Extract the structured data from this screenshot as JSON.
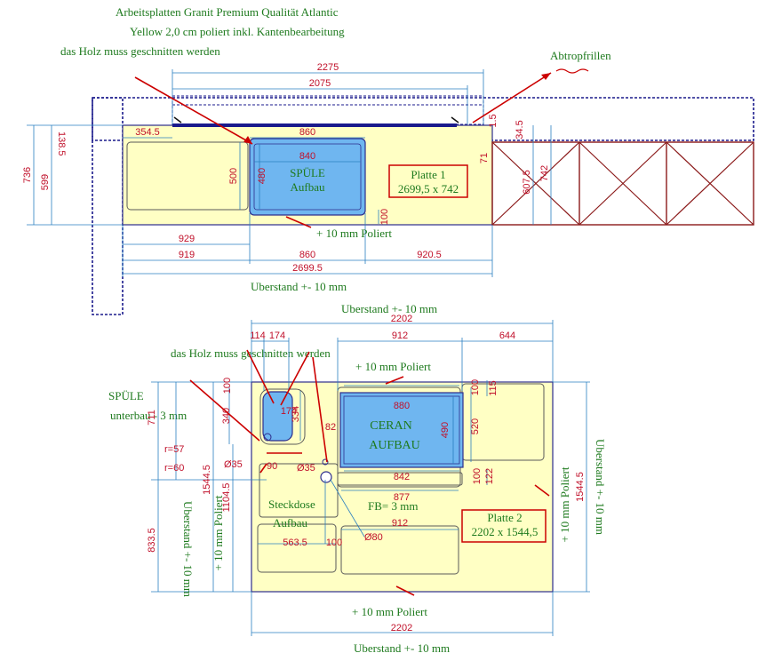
{
  "notes": {
    "title_line1": "Arbeitsplatten Granit Premium Qualität Atlantic",
    "title_line2": "Yellow 2,0 cm poliert inkl. Kantenbearbeitung",
    "holz_top": "das Holz muss geschnitten werden",
    "abtropfrillen": "Abtropfrillen",
    "holz_bottom": "das Holz muss geschnitten werden",
    "spuele_unterbau_1": "SPÜLE",
    "spuele_unterbau_2": "unterbau - 3 mm"
  },
  "plate1": {
    "name": "Platte 1",
    "size": "2699,5 x 742",
    "sink_label_1": "SPÜLE",
    "sink_label_2": "Aufbau",
    "poliert": "+ 10 mm Poliert",
    "uberstand": "Uberstand +- 10 mm",
    "dims": {
      "d2275": "2275",
      "d2075": "2075",
      "d354_5": "354.5",
      "d860_top": "860",
      "d840": "840",
      "d138_5": "138.5",
      "d34_5": "34.5",
      "d1_5": "1.5",
      "d736": "736",
      "d599": "599",
      "d500": "500",
      "d480": "480",
      "d100": "100",
      "d71": "71",
      "d607_5": "607.5",
      "d742": "742",
      "d929": "929",
      "d919": "919",
      "d860_bot": "860",
      "d920_5": "920.5",
      "d2699_5": "2699.5"
    }
  },
  "plate2": {
    "name": "Platte 2",
    "size": "2202 x 1544,5",
    "ceran_1": "CERAN",
    "ceran_2": "AUFBAU",
    "steckdose_1": "Steckdose",
    "steckdose_2": "Aufbau",
    "fb": "FB= 3 mm",
    "uberstand_top": "Uberstand +- 10 mm",
    "poliert_top": "+ 10 mm Poliert",
    "poliert_bottom": "+ 10 mm Poliert",
    "uberstand_bottom": "Uberstand +- 10 mm",
    "uberstand_right": "Uberstand +- 10 mm",
    "poliert_right": "+ 10 mm Poliert",
    "poliert_left": "+ 10 mm Poliert",
    "uberstand_left": "Uberstand +- 10 mm",
    "dims": {
      "d2202_top": "2202",
      "d114": "114",
      "d174_top": "174",
      "d912_top": "912",
      "d644": "644",
      "d100_left": "100",
      "d340": "340",
      "d174_sink": "174",
      "d334": "334",
      "d82": "82",
      "d880": "880",
      "d490": "490",
      "d842": "842",
      "d877": "877",
      "d520": "520",
      "d100_right": "100",
      "d115": "115",
      "d122": "122",
      "d100_r2": "100",
      "d711": "711",
      "r57": "r=57",
      "r60": "r=60",
      "d35_a": "Ø35",
      "d35_b": "Ø35",
      "d90": "90",
      "d1544_5_left": "1544.5",
      "d1104_5": "1104.5",
      "d833_5": "833.5",
      "d912_bot": "912",
      "d563_5": "563.5",
      "d100_bot": "100",
      "d80": "Ø80",
      "d2202_bot": "2202",
      "d1544_5_right": "1544.5"
    }
  }
}
